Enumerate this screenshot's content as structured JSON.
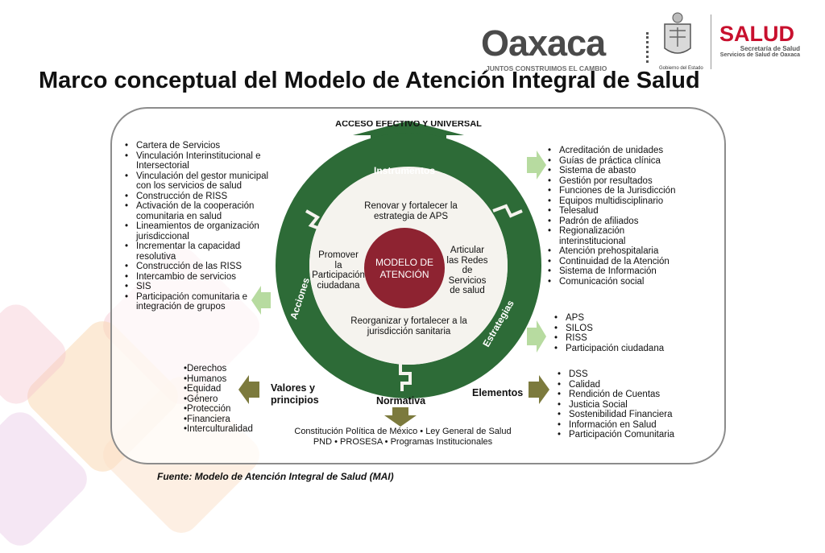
{
  "title": "Marco conceptual del Modelo de Atención Integral de Salud",
  "header": {
    "oaxaca_logo": "Oaxaca",
    "oaxaca_slogan": "JUNTOS CONSTRUIMOS EL CAMBIO",
    "gobierno_label": "Gobierno del Estado",
    "salud_logo": "SALUD",
    "salud_sub1": "Secretaría de Salud",
    "salud_sub2": "Servicios de Salud de Oaxaca"
  },
  "diagram": {
    "top_label": "ACCESO EFECTIVO Y UNIVERSAL",
    "center": {
      "line1": "MODELO DE",
      "line2": "ATENCIÓN"
    },
    "ring_labels": {
      "instrumentos": "Instrumentos",
      "acciones": "Acciones",
      "estrategias": "Estrategias",
      "normativa": "Normativa"
    },
    "inner": {
      "top": [
        "Renovar y fortalecer la",
        "estrategia de APS"
      ],
      "left": [
        "Promover",
        "la",
        "Participación",
        "ciudadana"
      ],
      "right": [
        "Articular",
        "las Redes",
        "de",
        "Servicios",
        "de salud"
      ],
      "bottom": [
        "Reorganizar y fortalecer a la",
        "jurisdicción sanitaria"
      ]
    },
    "left_list": [
      "Cartera de Servicios",
      "Vinculación Interinstitucional e Intersectorial",
      "Vinculación del gestor municipal con los servicios de salud",
      "Construcción de RISS",
      "Activación de la cooperación comunitaria en salud",
      "Lineamientos de organización jurisdiccional",
      "Incrementar la capacidad resolutiva",
      "Construcción de las RISS",
      "Intercambio de servicios",
      "SIS",
      "Participación comunitaria e integración de grupos"
    ],
    "instrumentos_list": [
      "Acreditación de unidades",
      "Guías de práctica clínica",
      "Sistema de abasto",
      "Gestión por resultados",
      "Funciones de la Jurisdicción",
      "Equipos multidisciplinario",
      "Telesalud",
      "Padrón de afiliados",
      "Regionalización interinstitucional",
      "Atención prehospitalaria",
      "Continuidad de la Atención",
      "Sistema de Información",
      "Comunicación social"
    ],
    "estrategias_list": [
      "APS",
      "SILOS",
      "RISS",
      "Participación ciudadana"
    ],
    "valores_label": "Valores y principios",
    "valores_list": [
      "•Derechos",
      "•Humanos",
      "•Equidad",
      "•Género",
      "•Protección",
      "•Financiera",
      "•Interculturalidad"
    ],
    "elementos_label": "Elementos",
    "elementos_list": [
      "DSS",
      "Calidad",
      "Rendición de Cuentas",
      "Justicia Social",
      "Sostenibilidad Financiera",
      "Información en Salud",
      "Participación Comunitaria"
    ],
    "normativa_text": [
      "Constitución Política de México • Ley General de Salud",
      "PND • PROSESA • Programas Institucionales"
    ]
  },
  "source": "Fuente: Modelo de Atención Integral de Salud (MAI)",
  "colors": {
    "ring_green": "#2d6b37",
    "center_red": "#8e2331",
    "arrow_light_green": "#b7dba0",
    "arrow_olive": "#7c7a3d",
    "salud_red": "#c8102e"
  }
}
